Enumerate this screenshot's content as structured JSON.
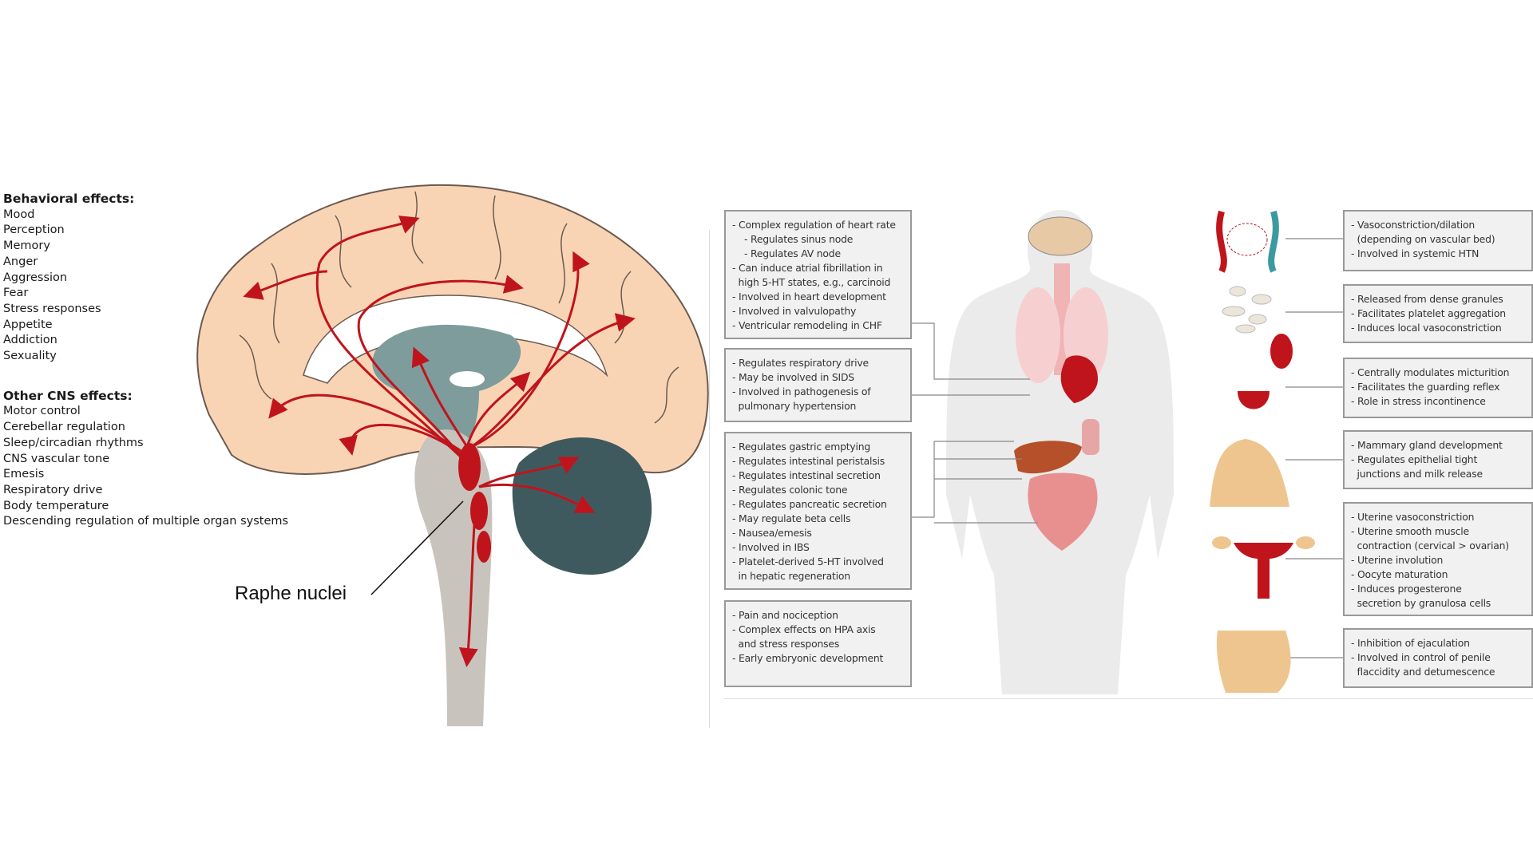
{
  "cns_effects": {
    "behavioral_heading": "Behavioral effects:",
    "behavioral": [
      "Mood",
      "Perception",
      "Memory",
      "Anger",
      "Aggression",
      "Fear",
      "Stress responses",
      "Appetite",
      "Addiction",
      "Sexuality"
    ],
    "other_heading": "Other CNS effects:",
    "other": [
      "Motor control",
      "Cerebellar regulation",
      "Sleep/circadian rhythms",
      "CNS vascular tone",
      "Emesis",
      "Respiratory drive",
      "Body temperature",
      "Descending regulation of multiple organ systems"
    ]
  },
  "brain": {
    "raphe_label": "Raphe nuclei"
  },
  "left_boxes": [
    [
      "- Complex regulation of heart rate",
      "    - Regulates sinus node",
      "    - Regulates AV node",
      "- Can induce atrial fibrillation in",
      "  high 5-HT states, e.g., carcinoid",
      "- Involved in heart development",
      "- Involved in valvulopathy",
      "- Ventricular remodeling in CHF"
    ],
    [
      "- Regulates respiratory drive",
      "- May be involved in SIDS",
      "- Involved in pathogenesis of",
      "  pulmonary hypertension"
    ],
    [
      "- Regulates gastric emptying",
      "- Regulates intestinal peristalsis",
      "- Regulates intestinal secretion",
      "- Regulates colonic tone",
      "- Regulates pancreatic secretion",
      "- May regulate beta cells",
      "- Nausea/emesis",
      "- Involved in IBS",
      "- Platelet-derived 5-HT involved",
      "  in hepatic regeneration"
    ],
    [
      "- Pain and nociception",
      "- Complex effects on HPA axis",
      "  and stress responses",
      "- Early embryonic development"
    ]
  ],
  "right_boxes": [
    [
      "- Vasoconstriction/dilation",
      "  (depending on vascular bed)",
      "- Involved in systemic HTN"
    ],
    [
      "- Released from dense granules",
      "- Facilitates platelet aggregation",
      "- Induces local vasoconstriction"
    ],
    [
      "- Centrally modulates micturition",
      "- Facilitates the guarding reflex",
      "- Role in stress incontinence"
    ],
    [
      "- Mammary gland development",
      "- Regulates epithelial tight",
      "  junctions and milk release"
    ],
    [
      "- Uterine vasoconstriction",
      "- Uterine smooth muscle",
      "  contraction (cervical > ovarian)",
      "- Uterine involution",
      "- Oocyte maturation",
      "- Induces progesterone",
      "  secretion by granulosa cells"
    ],
    [
      "- Inhibition of ejaculation",
      "- Involved in control of penile",
      "  flaccidity and detumescence"
    ]
  ],
  "colors": {
    "cortex": "#f9d4b4",
    "pathway": "#c0141c",
    "thalamus": "#7e9c9c",
    "cerebellum": "#3f5a5e",
    "brainstem": "#c8c3bd",
    "box_bg": "#f1f1f1"
  }
}
